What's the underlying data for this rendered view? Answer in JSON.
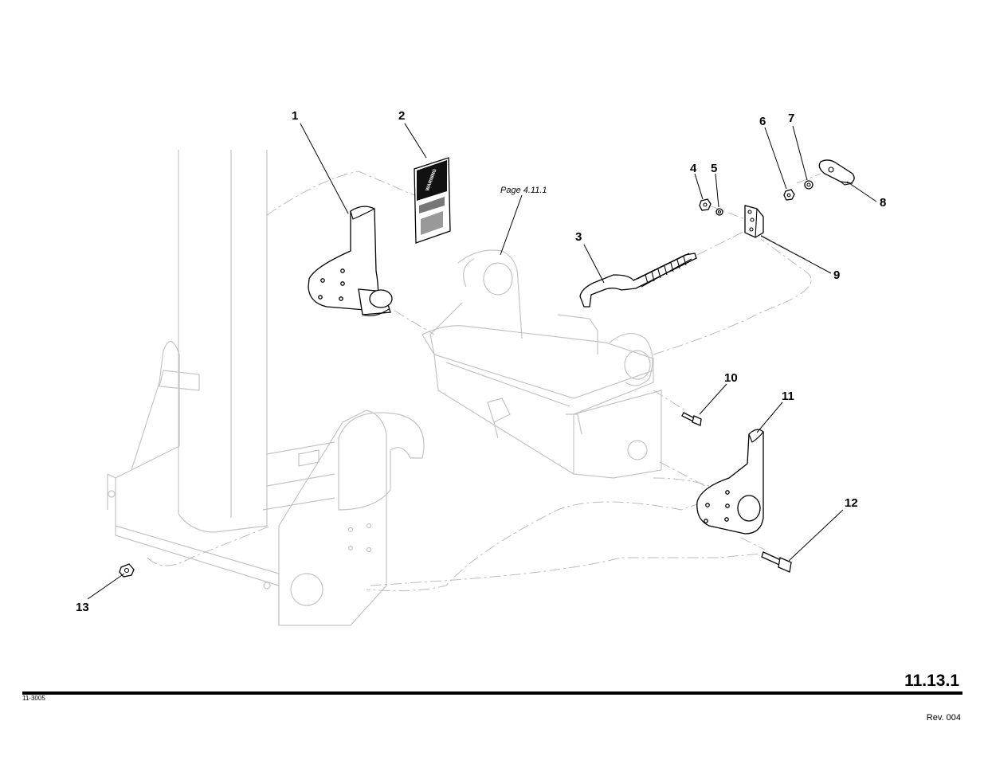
{
  "callouts": [
    "1",
    "2",
    "3",
    "4",
    "5",
    "6",
    "7",
    "8",
    "9",
    "10",
    "11",
    "12",
    "13"
  ],
  "page_reference": "Page 4.11.1",
  "page_number": "11.13.1",
  "drawing_id": "11-3005",
  "revision": "Rev. 004"
}
